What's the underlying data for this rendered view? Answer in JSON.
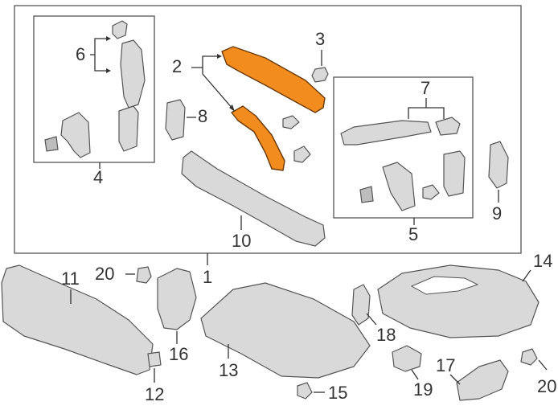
{
  "callouts": {
    "c1": "1",
    "c2": "2",
    "c3": "3",
    "c4": "4",
    "c5": "5",
    "c6": "6",
    "c7": "7",
    "c8": "8",
    "c9": "9",
    "c10": "10",
    "c11": "11",
    "c12": "12",
    "c13": "13",
    "c14": "14",
    "c15": "15",
    "c16": "16",
    "c17": "17",
    "c18": "18",
    "c19": "19",
    "c20a": "20",
    "c20b": "20"
  },
  "colors": {
    "highlight": "#f28c1e",
    "part_fill": "#d9d9d9",
    "line": "#333333"
  },
  "highlighted_parts": [
    "2"
  ]
}
